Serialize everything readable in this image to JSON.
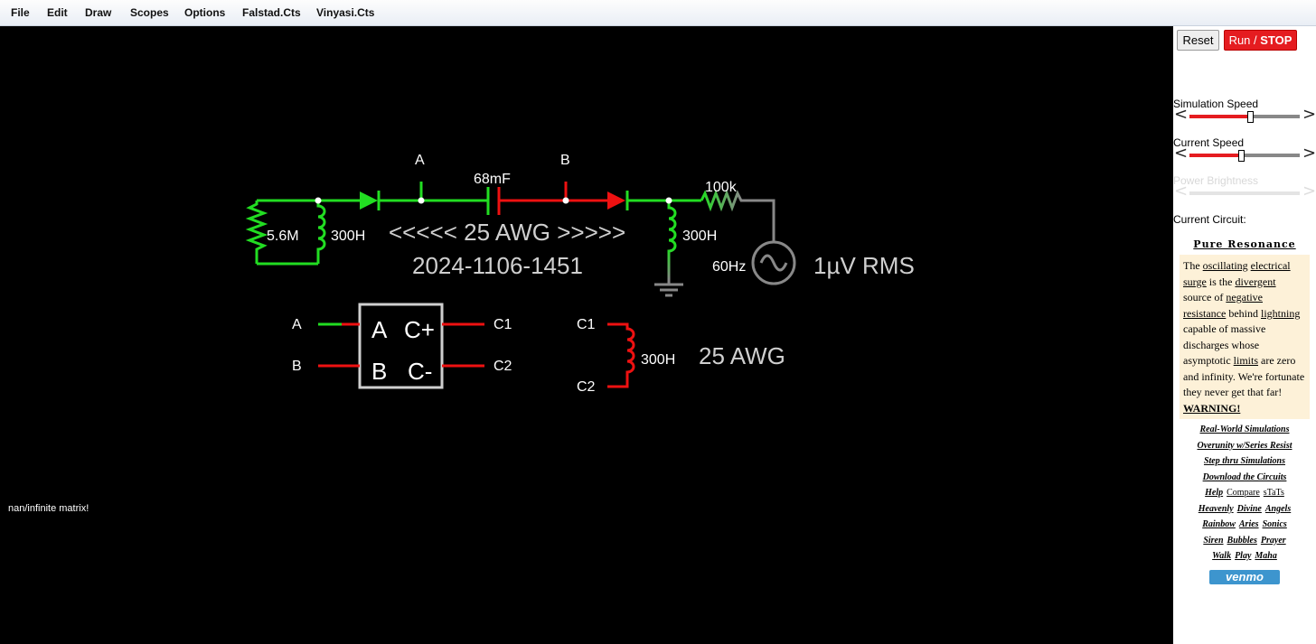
{
  "menu": [
    "File",
    "Edit",
    "Draw",
    "Scopes",
    "Options",
    "Falstad.Cts",
    "Vinyasi.Cts"
  ],
  "buttons": {
    "reset": "Reset",
    "run": "Run / ",
    "stop": "STOP"
  },
  "sliders": {
    "simulation_speed": {
      "label": "Simulation Speed",
      "level": 0.55
    },
    "current_speed": {
      "label": "Current Speed",
      "level": 0.47
    },
    "power_brightness": {
      "label": "Power Brightness",
      "level": 0,
      "disabled": true
    }
  },
  "current_circuit_label": "Current Circuit:",
  "circuit_title": "Pure Resonance",
  "description": {
    "parts": [
      {
        "t": "The ",
        "s": ""
      },
      {
        "t": "oscillating",
        "s": "u"
      },
      {
        "t": " ",
        "s": ""
      },
      {
        "t": "electrical surge",
        "s": "u"
      },
      {
        "t": " is the ",
        "s": ""
      },
      {
        "t": "divergent",
        "s": "u"
      },
      {
        "t": " source of ",
        "s": ""
      },
      {
        "t": "negative resistance",
        "s": "u"
      },
      {
        "t": " behind ",
        "s": ""
      },
      {
        "t": "lightning",
        "s": "u"
      },
      {
        "t": " capable of massive discharges whose asymptotic ",
        "s": ""
      },
      {
        "t": "limits",
        "s": "u"
      },
      {
        "t": " are zero and infinity. We're fortunate they never get that far! ",
        "s": ""
      },
      {
        "t": "WARNING!",
        "s": "b"
      }
    ]
  },
  "links": [
    [
      "Real-World Simulations"
    ],
    [
      "Overunity w/Series Resist"
    ],
    [
      "Step thru Simulations"
    ],
    [
      "Download the Circuits"
    ],
    [
      "Help",
      "Compare",
      "sTaTs"
    ],
    [
      "Heavenly",
      "Divine",
      "Angels"
    ],
    [
      "Rainbow",
      "Aries",
      "Sonics"
    ],
    [
      "Siren",
      "Bubbles",
      "Prayer"
    ],
    [
      "Walk",
      "Play",
      "Maha"
    ]
  ],
  "venmo": "venmo",
  "status_text": "nan/infinite matrix!",
  "circuit": {
    "resistor_left": "5.6M",
    "inductor_left": "300H",
    "node_a": "A",
    "node_b": "B",
    "capacitor": "68mF",
    "banner": "<<<<< 25 AWG >>>>>",
    "date": "2024-1106-1451",
    "resistor_right": "100k",
    "inductor_right": "300H",
    "source_freq": "60Hz",
    "source_rms": "1µV RMS",
    "box_in_a": "A",
    "box_in_b": "B",
    "box_a": "A",
    "box_cp": "C+",
    "box_b": "B",
    "box_cm": "C-",
    "box_out_c1": "C1",
    "box_out_c2": "C2",
    "coil_c1": "C1",
    "coil_c2": "C2",
    "coil_value": "300H",
    "coil_note": "25 AWG"
  },
  "colors": {
    "green": "#22dd22",
    "red": "#ee1111",
    "gray": "#888888",
    "accent": "#e51c20"
  }
}
